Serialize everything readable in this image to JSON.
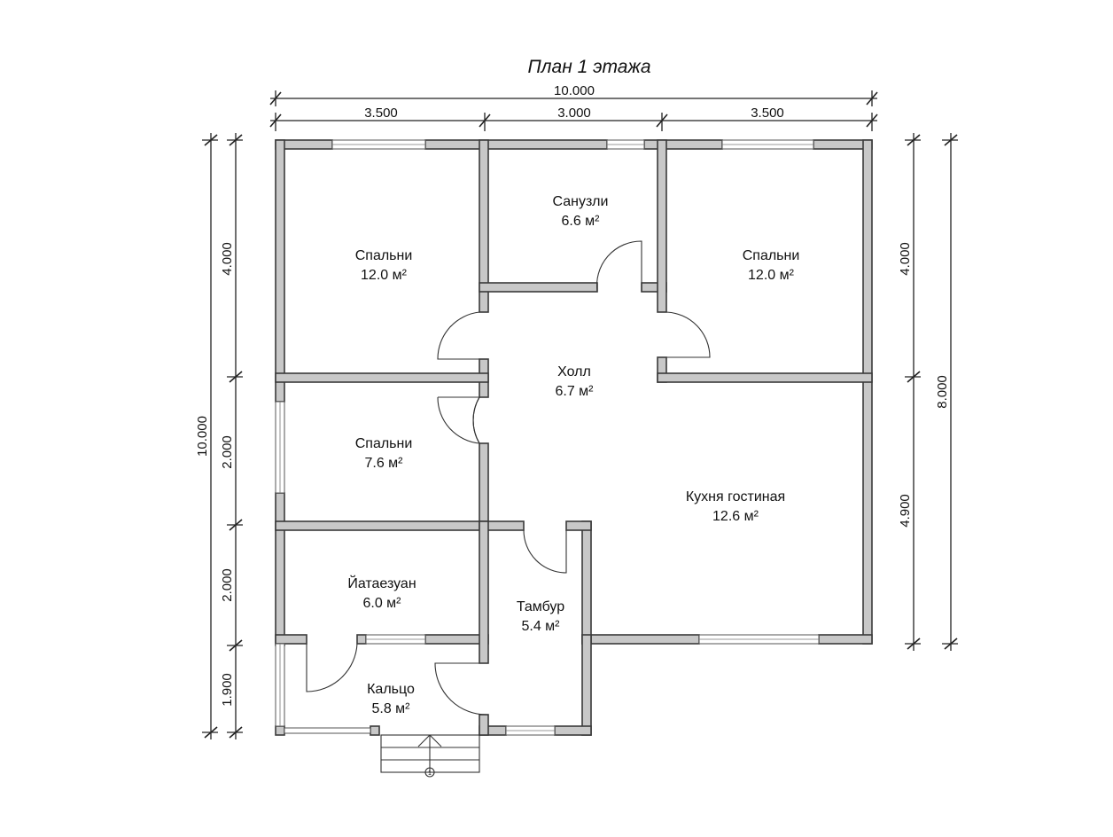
{
  "title": "План 1 этажа",
  "dimensions": {
    "top_total": "10.000",
    "top_seg1": "3.500",
    "top_seg2": "3.000",
    "top_seg3": "3.500",
    "left_total": "10.000",
    "left_seg1": "4.000",
    "left_seg2": "2.000",
    "left_seg3": "2.000",
    "left_seg4": "1.900",
    "right_total": "8.000",
    "right_seg1": "4.000",
    "right_seg2": "4.900"
  },
  "rooms": {
    "bedroom1": {
      "name": "Спальни",
      "area": "12.0 м²"
    },
    "bathroom": {
      "name": "Санузли",
      "area": "6.6 м²"
    },
    "bedroom2": {
      "name": "Спальни",
      "area": "12.0 м²"
    },
    "hall": {
      "name": "Холл",
      "area": "6.7 м²"
    },
    "bedroom3": {
      "name": "Спальни",
      "area": "7.6 м²"
    },
    "kitchen": {
      "name": "Кухня гостиная",
      "area": "12.6 м²"
    },
    "storage": {
      "name": "Йатаезуан",
      "area": "6.0 м²"
    },
    "vestibule": {
      "name": "Тамбур",
      "area": "5.4 м²"
    },
    "porch": {
      "name": "Кальцо",
      "area": "5.8 м²"
    }
  },
  "entrance_mark": "1"
}
